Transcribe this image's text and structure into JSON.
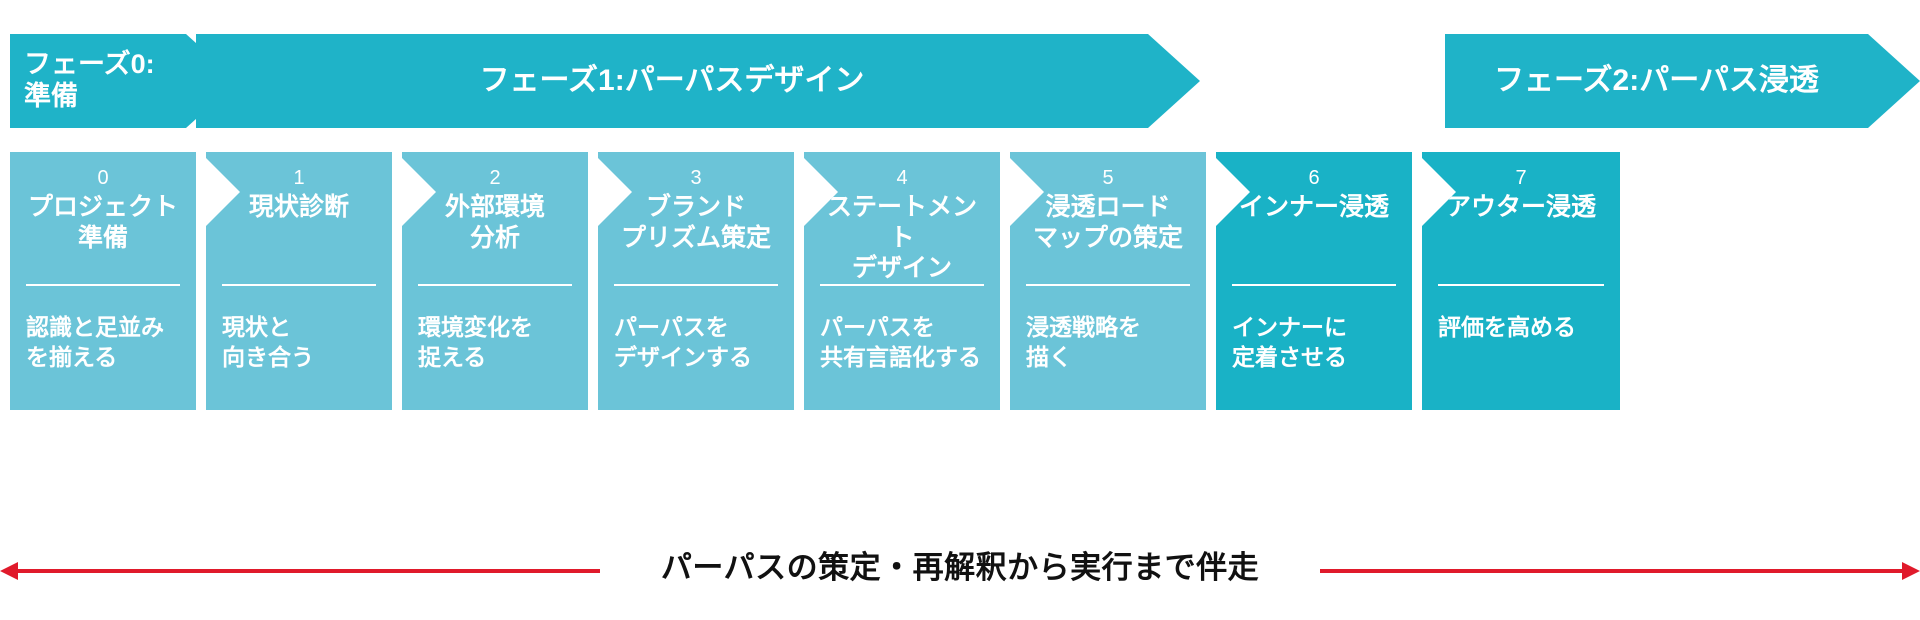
{
  "phases": [
    {
      "id": "phase-0",
      "label": "フェーズ0:\n準備",
      "color": "#1fb3c8"
    },
    {
      "id": "phase-1",
      "label": "フェーズ1:パーパスデザイン",
      "color": "#1fb3c8"
    },
    {
      "id": "phase-2",
      "label": "フェーズ2:パーパス浸透",
      "color": "#1fb3c8"
    }
  ],
  "steps": [
    {
      "num": "0",
      "title": "プロジェクト\n準備",
      "desc": "認識と足並み\nを揃える",
      "tone": "light"
    },
    {
      "num": "1",
      "title": "現状診断",
      "desc": "現状と\n向き合う",
      "tone": "light"
    },
    {
      "num": "2",
      "title": "外部環境\n分析",
      "desc": "環境変化を\n捉える",
      "tone": "light"
    },
    {
      "num": "3",
      "title": "ブランド\nプリズム策定",
      "desc": "パーパスを\nデザインする",
      "tone": "light"
    },
    {
      "num": "4",
      "title": "ステートメント\nデザイン",
      "desc": "パーパスを\n共有言語化する",
      "tone": "light"
    },
    {
      "num": "5",
      "title": "浸透ロード\nマップの策定",
      "desc": "浸透戦略を\n描く",
      "tone": "light"
    },
    {
      "num": "6",
      "title": "インナー浸透",
      "desc": "インナーに\n定着させる",
      "tone": "dark"
    },
    {
      "num": "7",
      "title": "アウター浸透",
      "desc": "評価を高める",
      "tone": "dark"
    }
  ],
  "footer": {
    "caption": "パーパスの策定・再解釈から実行まで伴走",
    "arrow_color": "#e01a2b"
  },
  "colors": {
    "phase_teal": "#1fb3c8",
    "step_light": "#6bc4d8",
    "step_dark": "#19b2c6",
    "text_on_fill": "#ffffff",
    "caption_text": "#111111",
    "background": "#ffffff"
  }
}
